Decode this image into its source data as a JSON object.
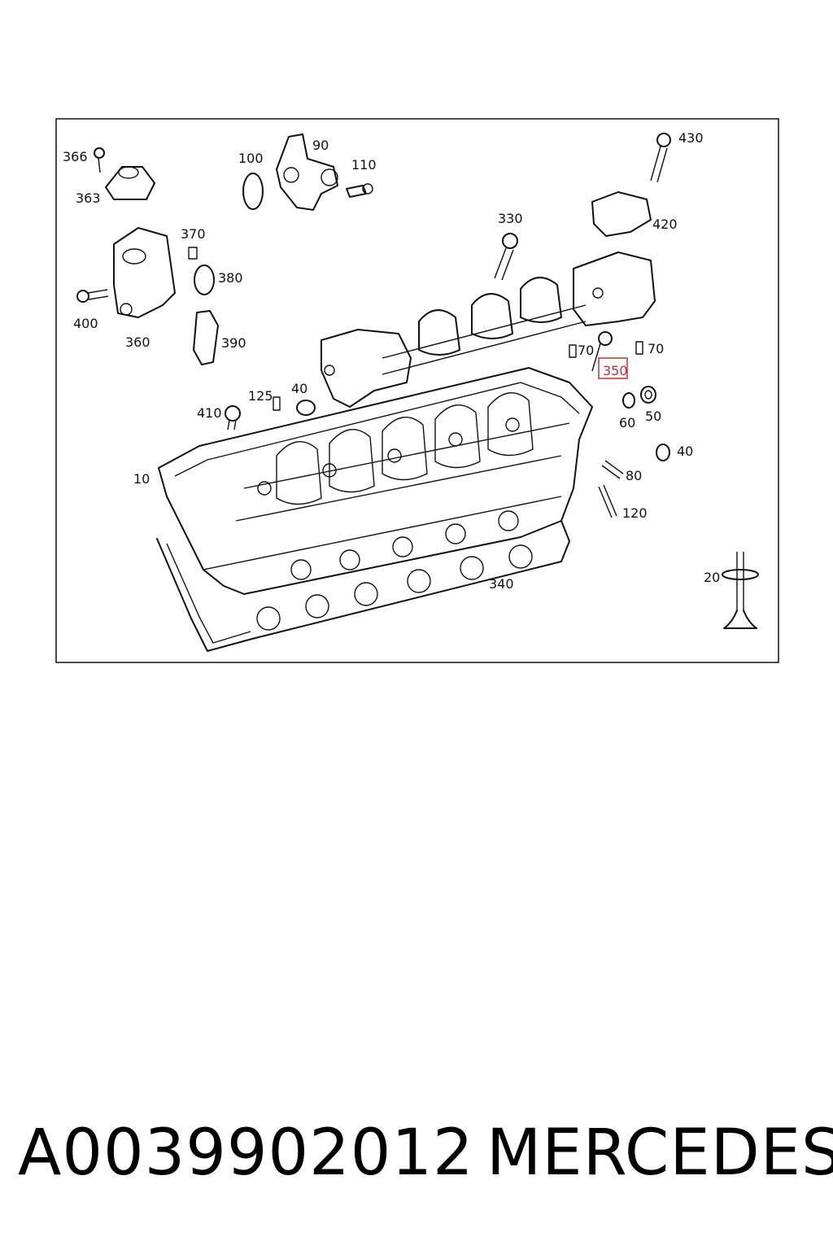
{
  "diagram": {
    "callouts": [
      {
        "id": "366",
        "label": "366"
      },
      {
        "id": "363",
        "label": "363"
      },
      {
        "id": "100",
        "label": "100"
      },
      {
        "id": "90",
        "label": "90"
      },
      {
        "id": "110",
        "label": "110"
      },
      {
        "id": "430",
        "label": "430"
      },
      {
        "id": "420",
        "label": "420"
      },
      {
        "id": "330",
        "label": "330"
      },
      {
        "id": "370",
        "label": "370"
      },
      {
        "id": "380",
        "label": "380"
      },
      {
        "id": "400",
        "label": "400"
      },
      {
        "id": "360",
        "label": "360"
      },
      {
        "id": "390",
        "label": "390"
      },
      {
        "id": "70a",
        "label": "70"
      },
      {
        "id": "70b",
        "label": "70"
      },
      {
        "id": "350",
        "label": "350"
      },
      {
        "id": "125",
        "label": "125"
      },
      {
        "id": "40a",
        "label": "40"
      },
      {
        "id": "410",
        "label": "410"
      },
      {
        "id": "60",
        "label": "60"
      },
      {
        "id": "50",
        "label": "50"
      },
      {
        "id": "40b",
        "label": "40"
      },
      {
        "id": "10",
        "label": "10"
      },
      {
        "id": "80",
        "label": "80"
      },
      {
        "id": "120",
        "label": "120"
      },
      {
        "id": "20",
        "label": "20"
      },
      {
        "id": "340",
        "label": "340"
      }
    ],
    "highlighted_callout": "350",
    "highlight_color": "#d23a3a"
  },
  "footer": {
    "part_number": "A0039902012",
    "brand": "MERCEDES"
  }
}
